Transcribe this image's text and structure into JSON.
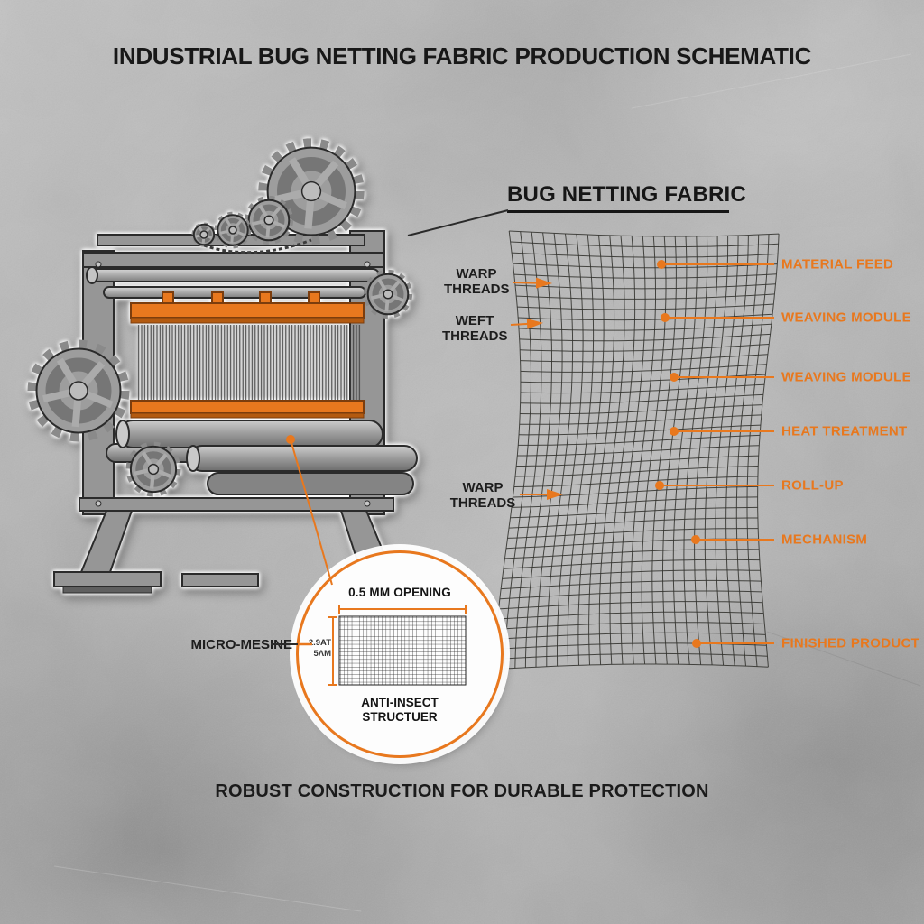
{
  "title": "INDUSTRIAL BUG NETTING FABRIC PRODUCTION SCHEMATIC",
  "footer": "ROBUST CONSTRUCTION FOR DURABLE PROTECTION",
  "fabric_heading": "BUG NETTING FABRIC",
  "thread_labels": [
    "WARP THREADS",
    "WEFT THREADS",
    "WARP THREADS"
  ],
  "process_labels": [
    "MATERIAL FEED",
    "WEAVING MODULE",
    "WEAVING MODULE",
    "HEAT TREATMENT",
    "ROLL-UP",
    "MECHANISM",
    "FINISHED PRODUCT"
  ],
  "inset": {
    "opening_label": "0.5 MM OPENING",
    "side_line1": "2.9AT",
    "side_line2": "5ΛM",
    "mesh_label": "MICRO-MESINE",
    "caption_line1": "ANTI-INSECT",
    "caption_line2": "STRUCTUER"
  },
  "colors": {
    "accent": "#E8781E",
    "ink": "#1C1C1C",
    "background": "#B0B0B0"
  }
}
